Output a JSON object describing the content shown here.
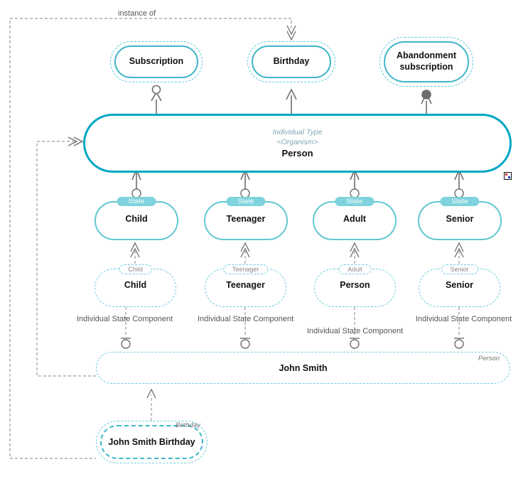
{
  "diagram": {
    "title_label": "instance of",
    "colors": {
      "class_stroke": "#00a7c4",
      "type_inner_stroke": "#3fb6c8",
      "type_outer_stroke": "#5bc8df",
      "state_stroke": "#62c7d2",
      "state_badge_fill": "#7fd3dd",
      "instance_stroke": "#6ecbe0",
      "connector_gray": "#6e6e6e",
      "text_dark": "#111111",
      "text_muted": "#555555",
      "stereotype_text": "#7fa6b5"
    },
    "type_nodes": [
      {
        "name": "Subscription"
      },
      {
        "name": "Birthday"
      },
      {
        "name": "Abandonment subscription"
      }
    ],
    "class_node": {
      "stereotype_line1": "Individual Type",
      "stereotype_line2": "<Organism>",
      "title": "Person"
    },
    "state_nodes": [
      {
        "badge": "State",
        "name": "Child"
      },
      {
        "badge": "State",
        "name": "Teenager"
      },
      {
        "badge": "State",
        "name": "Adult"
      },
      {
        "badge": "State",
        "name": "Senior"
      }
    ],
    "instance_nodes": [
      {
        "badge": "Child",
        "name": "Child"
      },
      {
        "badge": "Teenager",
        "name": "Teenager"
      },
      {
        "badge": "Adult",
        "name": "Person"
      },
      {
        "badge": "Senior",
        "name": "Senior"
      }
    ],
    "component_labels": [
      "Individual State Component",
      "Individual State Component",
      "Individual State Component",
      "Individual State Component"
    ],
    "individual_node": {
      "name": "John Smith",
      "corner_tag": "Person"
    },
    "birthday_instance": {
      "name": "John Smith Birthday",
      "corner_tag": "Birthday"
    },
    "icons": {
      "diagram_marker": "diagram-marker-icon"
    }
  }
}
